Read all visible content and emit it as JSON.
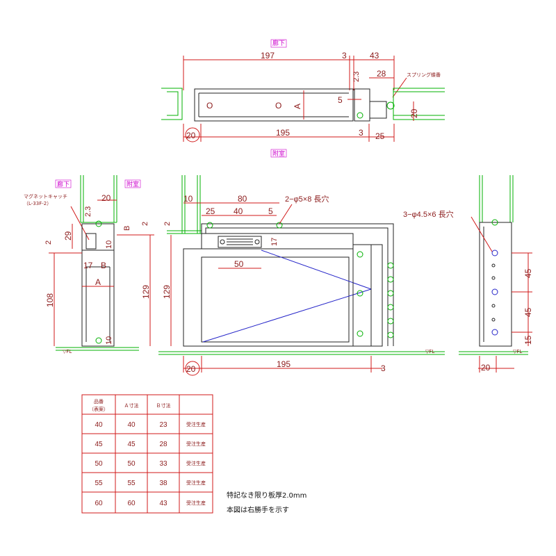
{
  "labels": {
    "top_corridor": "廊下",
    "top_room": "附室",
    "left_corridor": "廊下",
    "left_room": "附室",
    "magnet_catch_1": "マグネットキャッチ",
    "magnet_catch_2": "（L-33F-2）",
    "spring_hinge": "スプリング蝶番",
    "slot_main": "2−φ5×8 長穴",
    "slot_right": "3−φ4.5×6 長穴",
    "fl_left": "▽FL",
    "fl_center": "▽FL",
    "fl_right": "▽FL"
  },
  "top_dims": {
    "d197": "197",
    "d3a": "3",
    "d43": "43",
    "d23": "2.3",
    "d28": "28",
    "d5": "5",
    "dA": "A",
    "d20v": "20",
    "d20": "20",
    "d195": "195",
    "d3b": "3",
    "d25": "25",
    "o1": "O",
    "o2": "O"
  },
  "left_dims": {
    "d20": "20",
    "d23": "2.3",
    "dB1": "B",
    "d2a": "2",
    "d29": "29",
    "d2b": "2",
    "d10": "10",
    "d17": "17",
    "dB2": "B",
    "dA": "A",
    "d108": "108",
    "d129": "129",
    "d10b": "10"
  },
  "center_dims": {
    "d10": "10",
    "d80": "80",
    "d25": "25",
    "d40": "40",
    "d5": "5",
    "d2": "2",
    "d17": "17",
    "d50": "50",
    "d129": "129",
    "d20": "20",
    "d195": "195",
    "d3": "3"
  },
  "right_dims": {
    "d45a": "45",
    "d45b": "45",
    "d15": "15",
    "d20": "20"
  },
  "table": {
    "headers": [
      "品番\n(表案)",
      "Ａ寸法",
      "Ｂ寸法",
      ""
    ],
    "header1_line1": "品番",
    "header1_line2": "（表案）",
    "header2": "Ａ寸法",
    "header3": "Ｂ寸法",
    "header4": "",
    "rows": [
      {
        "c1": "40",
        "c2": "40",
        "c3": "23",
        "c4": "受注生産"
      },
      {
        "c1": "45",
        "c2": "45",
        "c3": "28",
        "c4": "受注生産"
      },
      {
        "c1": "50",
        "c2": "50",
        "c3": "33",
        "c4": "受注生産"
      },
      {
        "c1": "55",
        "c2": "55",
        "c3": "38",
        "c4": "受注生産"
      },
      {
        "c1": "60",
        "c2": "60",
        "c3": "43",
        "c4": "受注生産"
      }
    ]
  },
  "notes": {
    "line1": "特記なき限り板厚2.0mm",
    "line2": "本図は右勝手を示す"
  },
  "colors": {
    "dimension": "#8b1a1a",
    "wall": "#00b000",
    "tag": "#cc00cc",
    "table_border": "#d01818",
    "diagonal": "#2323c8"
  }
}
